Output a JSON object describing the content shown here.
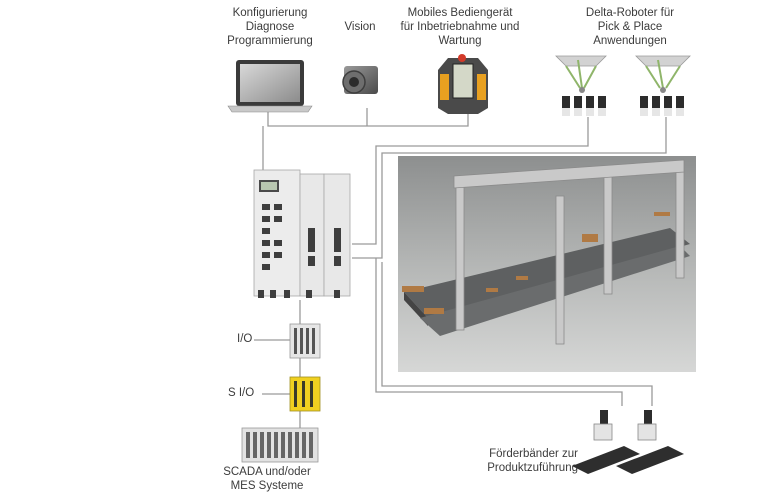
{
  "labels": {
    "config": [
      "Konfigurierung",
      "Diagnose",
      "Programmierung"
    ],
    "vision": "Vision",
    "pendant": [
      "Mobiles Bediengerät",
      "für Inbetriebnahme und",
      "Wartung"
    ],
    "delta": [
      "Delta-Roboter für",
      "Pick & Place",
      "Anwendungen"
    ],
    "io": "I/O",
    "sio": "S I/O",
    "scada": [
      "SCADA und/oder",
      "MES Systeme"
    ],
    "conveyor": [
      "Förderbänder zur",
      "Produktzuführung"
    ]
  }
}
